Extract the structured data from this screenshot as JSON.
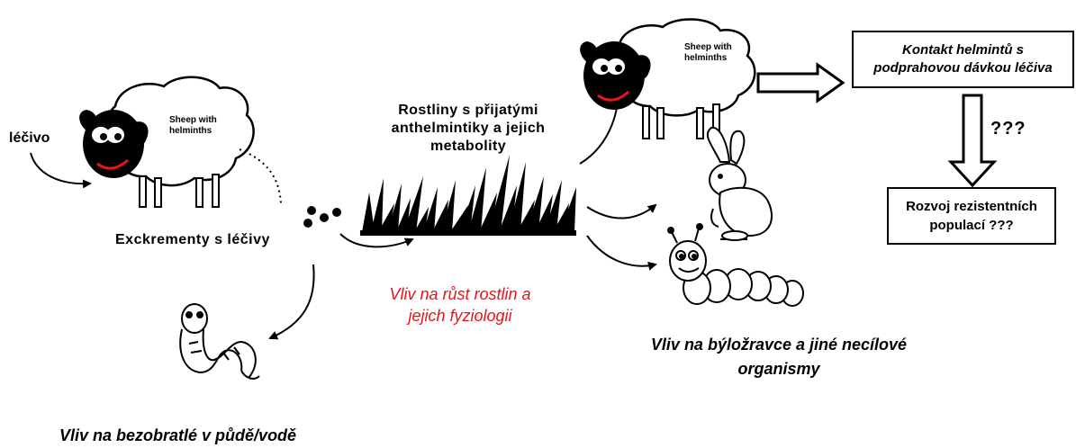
{
  "labels": {
    "drug": "léčivo",
    "sheep_left": [
      "Sheep with",
      "helminths"
    ],
    "sheep_right": [
      "Sheep with",
      "helminths"
    ],
    "excrement": "Exckrementy s léčivy",
    "plants_title": [
      "Rostliny s přijatými",
      "anthelmintiky a jejich",
      "metabolity"
    ],
    "plant_effect": [
      "Vliv na růst rostlin a",
      "jejich fyziologii"
    ],
    "herbivore_effect": [
      "Vliv na býložravce a jiné necílové",
      "organismy"
    ],
    "invertebrate_effect": "Vliv na bezobratlé v půdě/vodě",
    "contact_box": [
      "Kontakt helmintů s",
      "podprahovou  dávkou léčiva"
    ],
    "question": "???",
    "resistance_box": [
      "Rozvoj rezistentních",
      "populací ???"
    ]
  },
  "colors": {
    "text": "#000000",
    "accent_red": "#e8141b",
    "background": "#ffffff"
  },
  "icons": [
    "sheep-icon",
    "grass-icon",
    "rabbit-icon",
    "caterpillar-icon",
    "earthworm-icon",
    "droppings-icon",
    "arrow-icon"
  ]
}
